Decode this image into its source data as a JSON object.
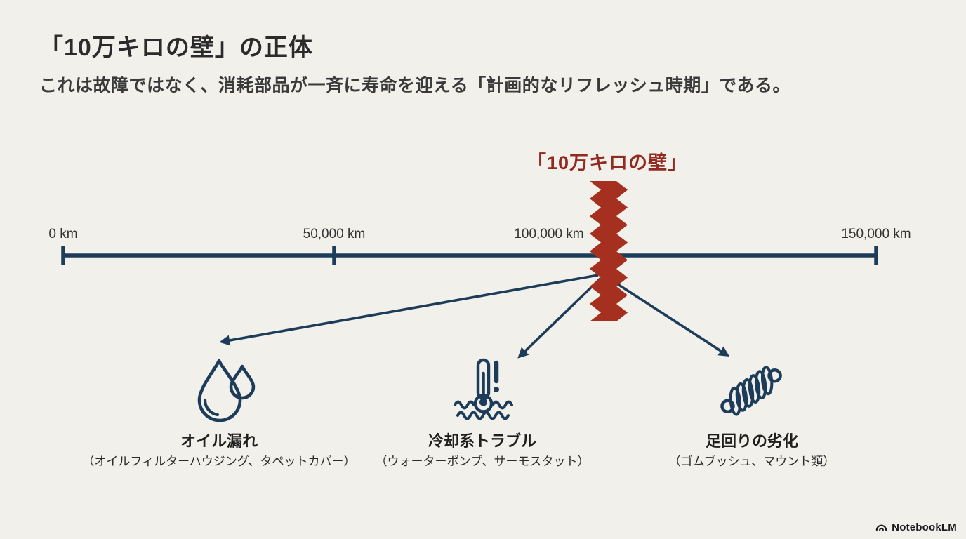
{
  "title": "「10万キロの壁」の正体",
  "subtitle": "これは故障ではなく、消耗部品が一斉に寿命を迎える「計画的なリフレッシュ時期」である。",
  "colors": {
    "background": "#f1f0eb",
    "navy": "#1d3c59",
    "wall_red": "#a5301f",
    "wall_label_red": "#932a20"
  },
  "timeline": {
    "wall_label": "「10万キロの壁」",
    "ticks": [
      {
        "label": "0 km"
      },
      {
        "label": "50,000 km"
      },
      {
        "label": "100,000 km"
      },
      {
        "label": "150,000 km"
      }
    ]
  },
  "issues": [
    {
      "icon": "oil-drop-icon",
      "title": "オイル漏れ",
      "detail": "（オイルフィルターハウジング、タペットカバー）"
    },
    {
      "icon": "coolant-thermometer-icon",
      "title": "冷却系トラブル",
      "detail": "（ウォーターポンプ、サーモスタット）"
    },
    {
      "icon": "suspension-spring-icon",
      "title": "足回りの劣化",
      "detail": "（ゴムブッシュ、マウント類）"
    }
  ],
  "footer": {
    "brand": "NotebookLM"
  }
}
